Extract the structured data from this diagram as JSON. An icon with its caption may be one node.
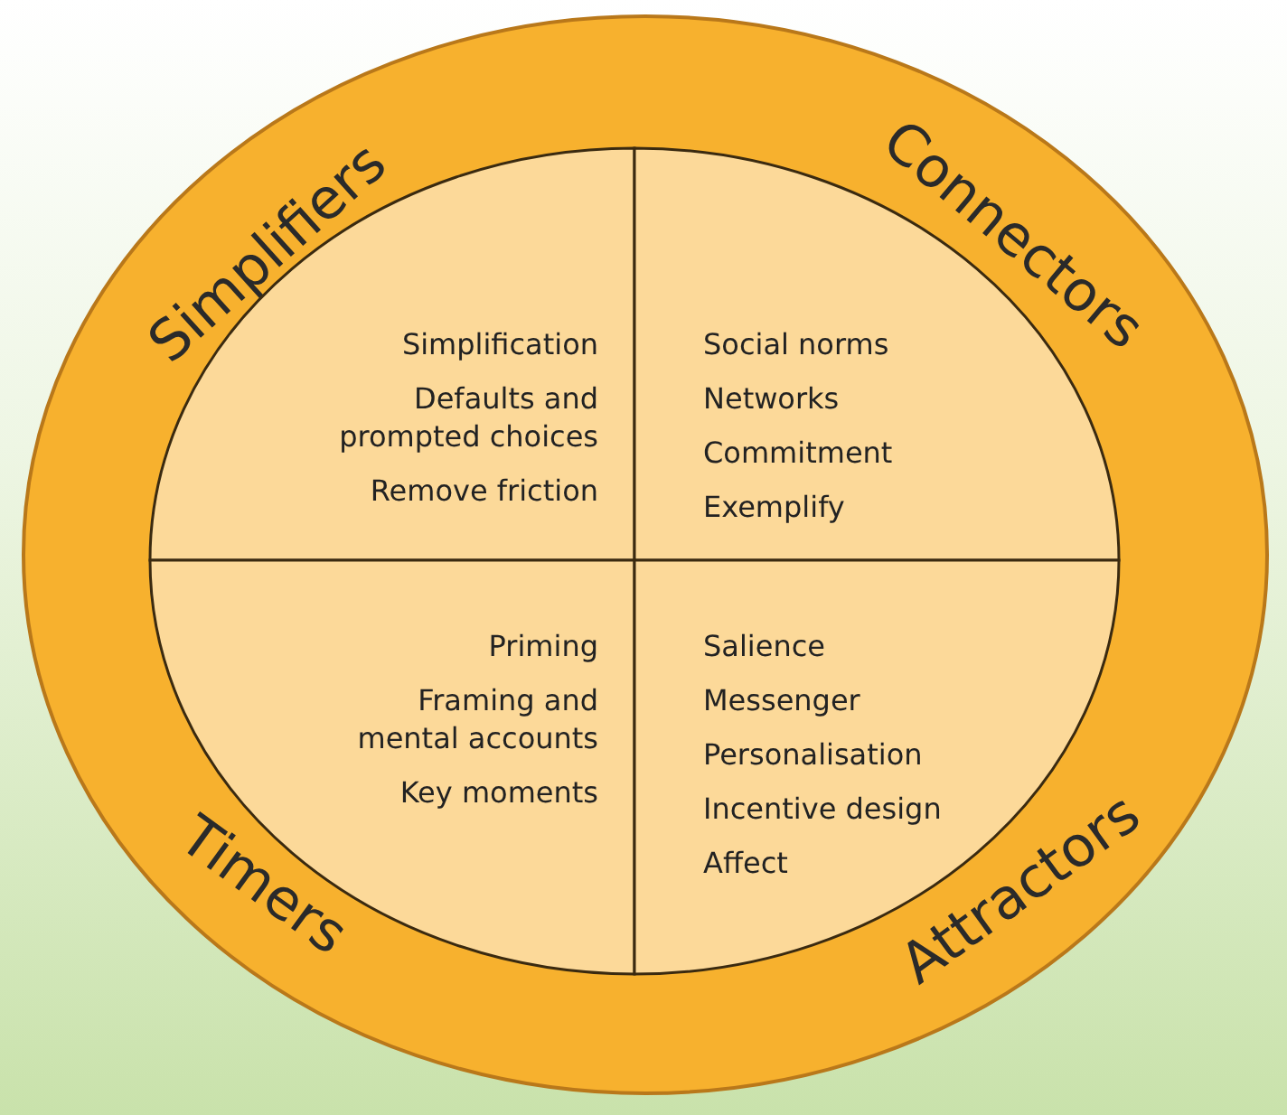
{
  "diagram": {
    "nodes": [
      {
        "text": [
          "Simplifiers",
          "Connectors",
          "Timers",
          "Attractors"
        ]
      },
      {
        "text": [
          "Simplification",
          "Defaults and prompted choices",
          "Remove friction"
        ],
        "in": 0
      },
      {
        "text": [
          "Social norms",
          "Networks",
          "Commitment",
          "Exemplify"
        ],
        "in": 0
      },
      {
        "text": [
          "Priming",
          "Framing and mental accounts",
          "Key moments"
        ],
        "in": 0
      },
      {
        "text": [
          "Salience",
          "Messenger",
          "Personalisation",
          "Incentive design",
          "Affect"
        ],
        "in": 0
      }
    ]
  }
}
